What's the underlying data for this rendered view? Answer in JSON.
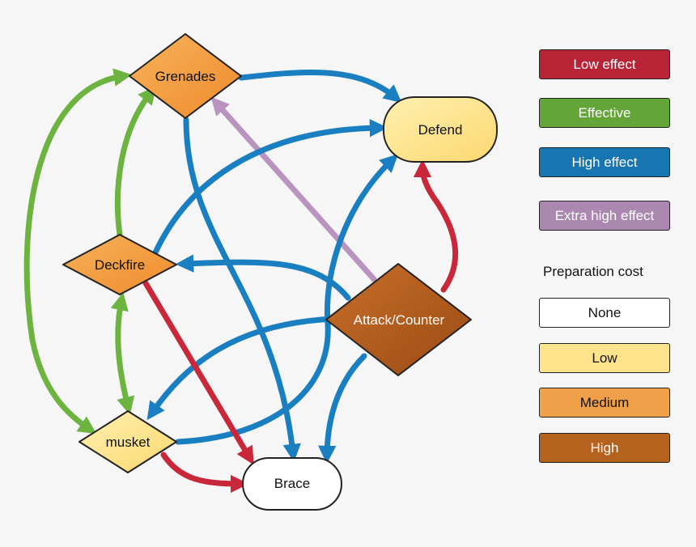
{
  "nodes": {
    "grenades": "Grenades",
    "defend": "Defend",
    "deckfire": "Deckfire",
    "attack_counter": "Attack/Counter",
    "musket": "musket",
    "brace": "Brace"
  },
  "legend": {
    "effect": [
      {
        "label": "Low effect",
        "color": "#c8283a"
      },
      {
        "label": "Effective",
        "color": "#6db33f"
      },
      {
        "label": "High effect",
        "color": "#1a7fc0"
      },
      {
        "label": "Extra high effect",
        "color": "#b994be"
      }
    ],
    "cost_heading": "Preparation cost",
    "cost": [
      {
        "label": "None",
        "color": "#ffffff"
      },
      {
        "label": "Low",
        "color": "#fde38c"
      },
      {
        "label": "Medium",
        "color": "#f1a04a"
      },
      {
        "label": "High",
        "color": "#b5621e"
      }
    ]
  }
}
